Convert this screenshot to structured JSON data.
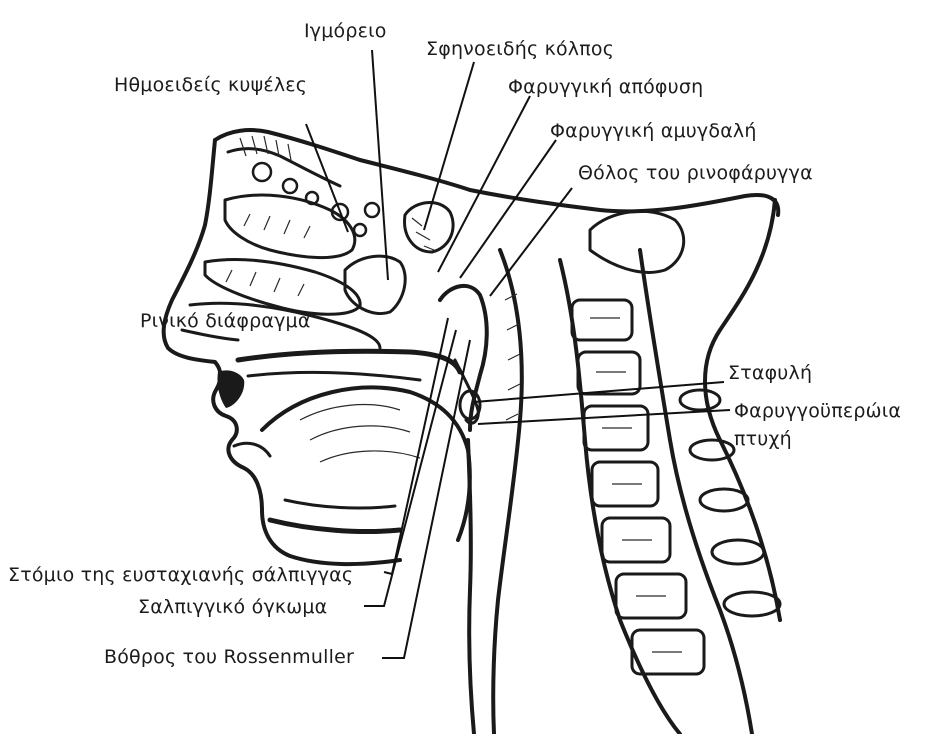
{
  "labels": {
    "ethmoid_cells": "Ηθμοειδείς κυψέλες",
    "maxillary_sinus": "Ιγμόρειο",
    "sphenoid_sinus": "Σφηνοειδής κόλπος",
    "pharyngeal_process": "Φαρυγγική απόφυση",
    "pharyngeal_tonsil": "Φαρυγγική αμυγδαλή",
    "nasopharynx_vault": "Θόλος του ρινοφάρυγγα",
    "nasal_septum": "Ρινικό διάφραγμα",
    "uvula": "Σταφυλή",
    "pharyngo_epiglottic_fold_1": "Φαρυγγοϋπερώια",
    "pharyngo_epiglottic_fold_2": "πτυχή",
    "eustachian_orifice": "Στόμιο της ευσταχιανής σάλπιγγας",
    "torus_tubarius": "Σαλπιγγικό όγκωμα",
    "rosenmuller_fossa": "Βόθρος του Rossenmuller"
  }
}
